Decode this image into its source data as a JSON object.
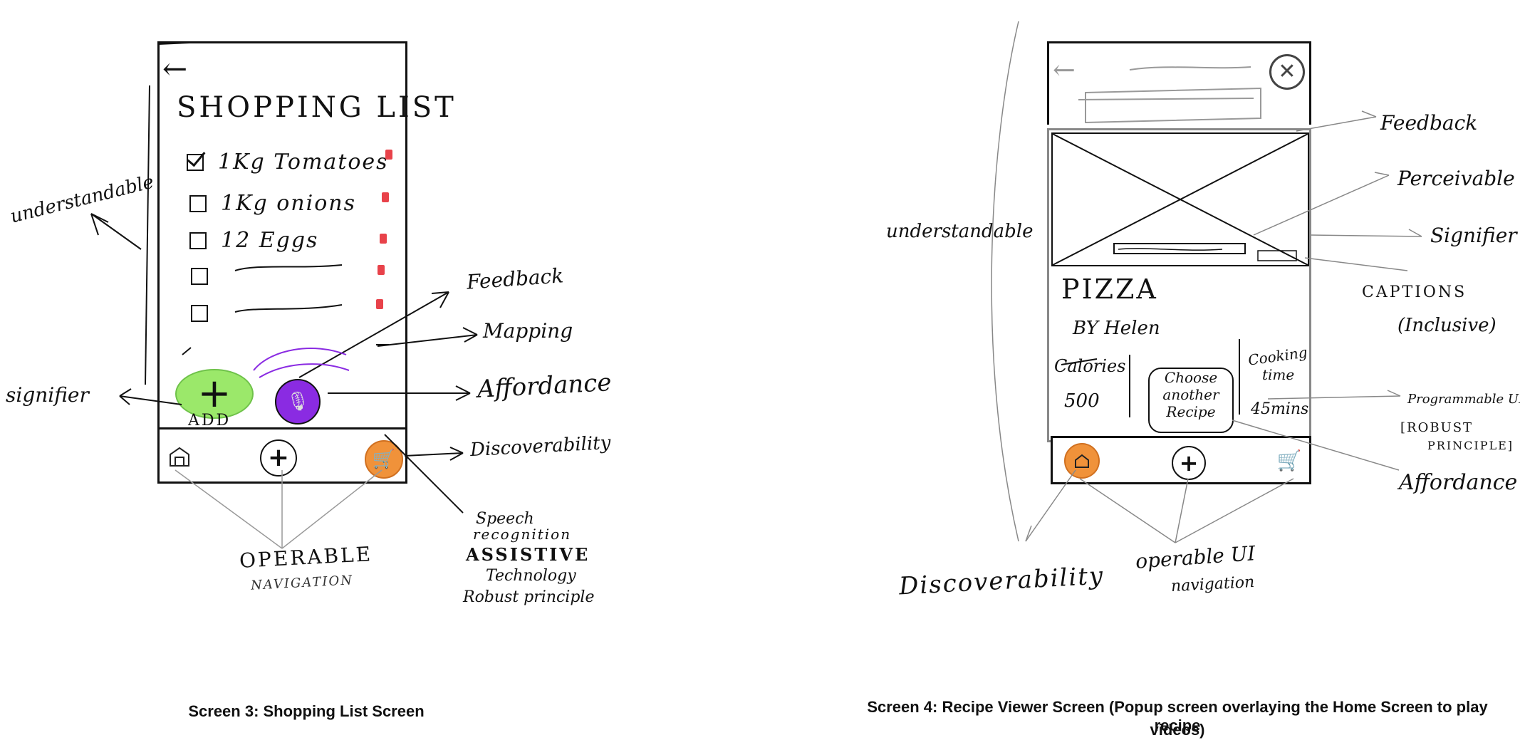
{
  "screen3": {
    "title": "SHOPPING LIST",
    "items": [
      {
        "label": "1Kg Tomatoes",
        "checked": true
      },
      {
        "label": "1Kg onions",
        "checked": false
      },
      {
        "label": "12 Eggs",
        "checked": false
      },
      {
        "label": "",
        "checked": false
      },
      {
        "label": "",
        "checked": false
      }
    ],
    "add_label": "ADD",
    "add_color": "#9be86a",
    "mic_color": "#8a2be2",
    "cart_color": "#f0923a",
    "annotations": {
      "understandable": "understandable",
      "signifier": "signifier",
      "feedback": "Feedback",
      "mapping": "Mapping",
      "affordance": "Affordance",
      "discoverability": "Discoverability",
      "speech": "Speech",
      "recognition": "recognition",
      "assistive": "ASSISTIVE",
      "technology": "Technology",
      "robust": "Robust principle",
      "operable": "OPERABLE",
      "navigation": "NAVIGATION"
    },
    "caption": "Screen 3: Shopping List Screen"
  },
  "screen4": {
    "recipe_title": "PIZZA",
    "by": "BY Helen",
    "calories_label": "Calories",
    "calories_value": "500",
    "choose_line1": "Choose",
    "choose_line2": "another",
    "choose_line3": "Recipe",
    "cooking_label1": "Cooking",
    "cooking_label2": "time",
    "cooking_value": "45mins",
    "home_color": "#f0923a",
    "annotations": {
      "understandable": "understandable",
      "feedback": "Feedback",
      "perceivable": "Perceivable",
      "signifier": "Signifier",
      "captions": "CAPTIONS",
      "inclusive": "(Inclusive)",
      "programmable": "Programmable UI",
      "robust1": "[ROBUST",
      "robust2": "PRINCIPLE]",
      "affordance": "Affordance",
      "discoverability": "Discoverability",
      "operable": "operable UI",
      "navigation": "navigation"
    },
    "caption_line1": "Screen 4: Recipe Viewer Screen (Popup screen overlaying the Home Screen to play recipe",
    "caption_line2": "videos)"
  }
}
